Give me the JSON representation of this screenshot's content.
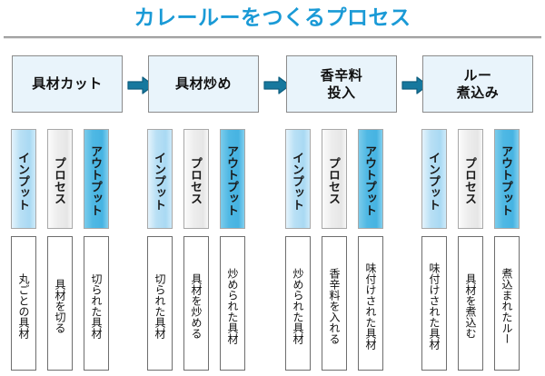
{
  "header": {
    "title": "カレールーをつくるプロセス"
  },
  "colors": {
    "title_blue": "#1a9ad6",
    "process_box_fill": "#e9f4fb",
    "process_box_border": "#8b8b8b",
    "arrow": "#16789e",
    "input_tag": "#a9d9f3",
    "process_tag": "#e6e6e6",
    "output_tag": "#46b3e2",
    "content_box_border": "#6e6e6e",
    "rule": "#8d8d8d"
  },
  "legend": {
    "input": "インプット",
    "process": "プロセス",
    "output": "アウトプット"
  },
  "stages": [
    {
      "name": "具材カット",
      "has_arrow": true,
      "input": "丸ごとの具材",
      "process": "具材を切る",
      "output": "切られた具材"
    },
    {
      "name": "具材炒め",
      "has_arrow": true,
      "input": "切られた具材",
      "process": "具材を炒める",
      "output": "炒められた具材"
    },
    {
      "name": "香辛料\n投入",
      "has_arrow": true,
      "input": "炒められた具材",
      "process": "香辛料を入れる",
      "output": "味付けされた具材"
    },
    {
      "name": "ルー\n煮込み",
      "has_arrow": false,
      "input": "味付けされた具材",
      "process": "具材を煮込む",
      "output": "煮込まれたルー"
    }
  ]
}
